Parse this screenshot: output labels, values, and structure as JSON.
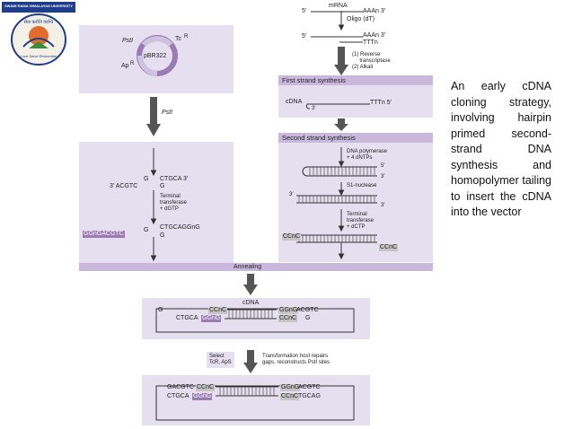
{
  "logo": {
    "org_text": "SWAMI RAMA HIMALAYAN UNIVERSITY",
    "motto": "सेवा  करोति  वदन्ति",
    "script_text": "Love Serve Remember"
  },
  "caption": "An early cDNA cloning strategy, involving hairpin primed second-strand DNA synthesis and homopolymer tailing to insert the cDNA into the vector",
  "vector": {
    "plasmid": "pBR322",
    "pst": "PstI",
    "tc": "Tc",
    "ap": "Ap",
    "R": "R",
    "cut_label": "PstI",
    "seq_top_g": "G",
    "seq_top_right": "CTGCA 3′",
    "seq_bot_left": "3′ ACGTC",
    "seq_bot_g": "G",
    "tt_label": "Terminal\ntransferase\n+ dGTP",
    "tail_bot_left": "GGnGACGTC",
    "tail_top_right": "CTGCAGGnG",
    "tail_g": "G",
    "tail_g2": "G"
  },
  "top_right": {
    "mrna": "mRNA",
    "five": "5′",
    "aaa": "AAAn 3′",
    "oligo": "Oligo (dT)",
    "ttt": "TTTn",
    "rt": "(1) Reverse\n     transcriptase\n(2) Alkali"
  },
  "first_strand": {
    "header": "First strand synthesis",
    "cdna": "cDNA",
    "three": "3′",
    "tttn": "TTTn 5′"
  },
  "second_strand": {
    "header": "Second strand synthesis",
    "pol": "DNA polymerase\n+ 4 dNTPs",
    "five": "5′",
    "three": "3′",
    "s1": "S1-nuclease",
    "three_b": "3′",
    "three_c": "3′",
    "tt": "Terminal\ntransferase\n+ dCTP",
    "ccn_left": "CCnC",
    "ccn_right": "CCnC"
  },
  "annealing": {
    "label": "Annealing"
  },
  "recombinant": {
    "cdna": "cDNA",
    "l_top": "G",
    "l_box_top": "CCnC",
    "r_box_top": "GGnG",
    "r_top": "ACGTC",
    "l_bot": "CTGCA",
    "l_box_bot": "GGnG",
    "r_box_bot": "CCnC",
    "r_bot": "G"
  },
  "select": {
    "label": "Select\nTcR, ApS",
    "repair": "Transformation host repairs\ngaps, reconstructs PstI sites"
  },
  "final": {
    "l_top": "GACGTC",
    "l_box_top": "CCnC",
    "r_box_top": "GGnG",
    "r_top": "ACGTC",
    "l_bot": "CTGCA",
    "l_box_bot": "GGnG",
    "r_box_bot": "CCnC",
    "r_bot": "TGCAG"
  }
}
